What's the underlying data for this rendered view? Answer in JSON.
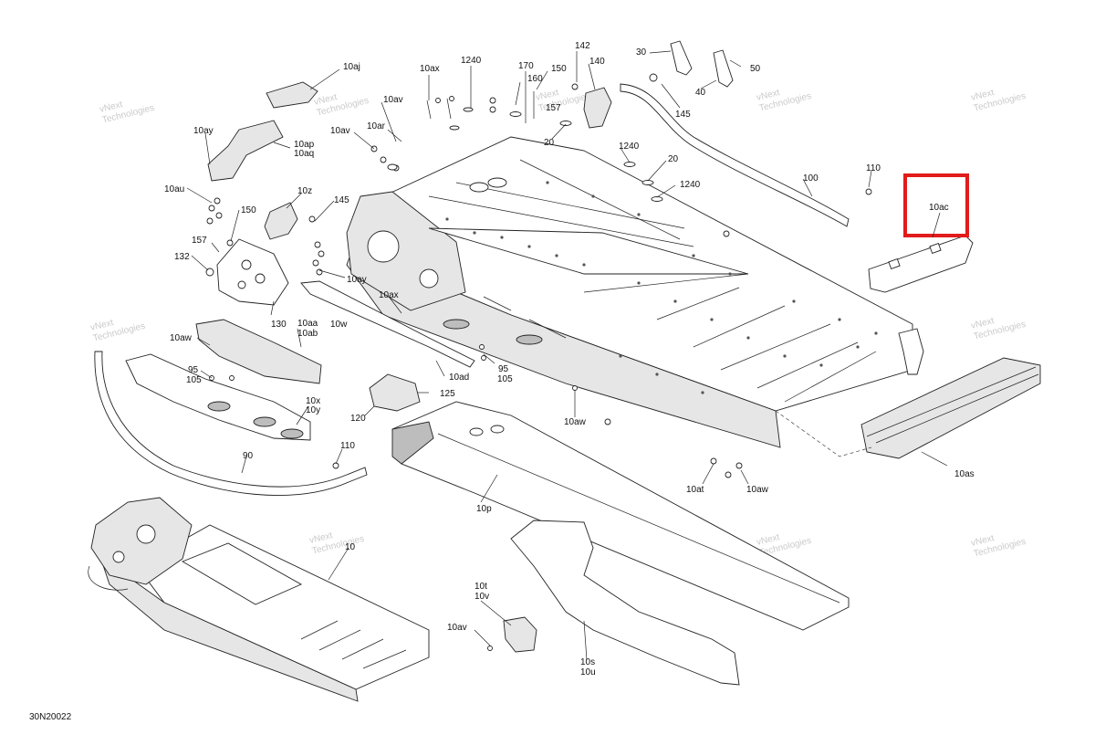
{
  "drawing_number": "30N20022",
  "watermark": {
    "line1": "vNext",
    "line2": "Technologies"
  },
  "highlight": {
    "label": "10ac",
    "color": "#e21b1b"
  },
  "callouts": [
    {
      "id": "c-10aj",
      "text": "10aj"
    },
    {
      "id": "c-10ax",
      "text": "10ax"
    },
    {
      "id": "c-1240a",
      "text": "1240"
    },
    {
      "id": "c-170",
      "text": "170"
    },
    {
      "id": "c-150a",
      "text": "150"
    },
    {
      "id": "c-160",
      "text": "160"
    },
    {
      "id": "c-142",
      "text": "142"
    },
    {
      "id": "c-140",
      "text": "140"
    },
    {
      "id": "c-157a",
      "text": "157"
    },
    {
      "id": "c-30",
      "text": "30"
    },
    {
      "id": "c-50",
      "text": "50"
    },
    {
      "id": "c-40",
      "text": "40"
    },
    {
      "id": "c-145a",
      "text": "145"
    },
    {
      "id": "c-10av",
      "text": "10av"
    },
    {
      "id": "c-10ar",
      "text": "10ar"
    },
    {
      "id": "c-10av2",
      "text": "10av"
    },
    {
      "id": "c-10ay",
      "text": "10ay"
    },
    {
      "id": "c-10ap",
      "text": "10ap"
    },
    {
      "id": "c-10aq",
      "text": "10aq"
    },
    {
      "id": "c-10au",
      "text": "10au"
    },
    {
      "id": "c-10z",
      "text": "10z"
    },
    {
      "id": "c-145b",
      "text": "145"
    },
    {
      "id": "c-150b",
      "text": "150"
    },
    {
      "id": "c-157b",
      "text": "157"
    },
    {
      "id": "c-132",
      "text": "132"
    },
    {
      "id": "c-20a",
      "text": "20"
    },
    {
      "id": "c-1240b",
      "text": "1240"
    },
    {
      "id": "c-20b",
      "text": "20"
    },
    {
      "id": "c-1240c",
      "text": "1240"
    },
    {
      "id": "c-100",
      "text": "100"
    },
    {
      "id": "c-110a",
      "text": "110"
    },
    {
      "id": "c-10ay2",
      "text": "10ay"
    },
    {
      "id": "c-10ax2",
      "text": "10ax"
    },
    {
      "id": "c-130",
      "text": "130"
    },
    {
      "id": "c-10aa",
      "text": "10aa"
    },
    {
      "id": "c-10ab",
      "text": "10ab"
    },
    {
      "id": "c-10w",
      "text": "10w"
    },
    {
      "id": "c-10aw",
      "text": "10aw"
    },
    {
      "id": "c-95a",
      "text": "95"
    },
    {
      "id": "c-105a",
      "text": "105"
    },
    {
      "id": "c-10ad",
      "text": "10ad"
    },
    {
      "id": "c-95b",
      "text": "95"
    },
    {
      "id": "c-105b",
      "text": "105"
    },
    {
      "id": "c-125",
      "text": "125"
    },
    {
      "id": "c-120",
      "text": "120"
    },
    {
      "id": "c-10x",
      "text": "10x"
    },
    {
      "id": "c-10y",
      "text": "10y"
    },
    {
      "id": "c-10aw2",
      "text": "10aw"
    },
    {
      "id": "c-110b",
      "text": "110"
    },
    {
      "id": "c-90",
      "text": "90"
    },
    {
      "id": "c-10at",
      "text": "10at"
    },
    {
      "id": "c-10aw3",
      "text": "10aw"
    },
    {
      "id": "c-10as",
      "text": "10as"
    },
    {
      "id": "c-10p",
      "text": "10p"
    },
    {
      "id": "c-10",
      "text": "10"
    },
    {
      "id": "c-10t",
      "text": "10t"
    },
    {
      "id": "c-10v",
      "text": "10v"
    },
    {
      "id": "c-10av3",
      "text": "10av"
    },
    {
      "id": "c-10s",
      "text": "10s"
    },
    {
      "id": "c-10u",
      "text": "10u"
    }
  ]
}
